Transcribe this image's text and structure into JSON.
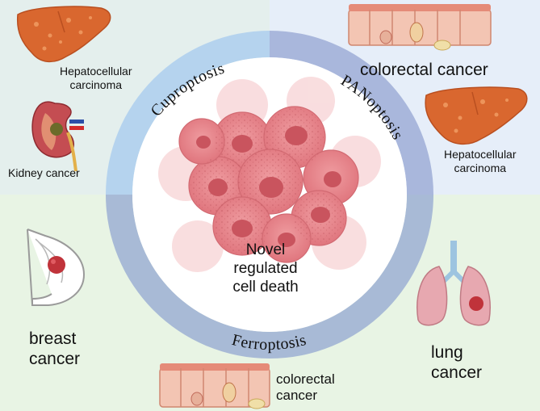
{
  "ring_labels": {
    "top_left": "Cuproptosis",
    "top_right": "PANoptosis",
    "bottom": "Ferroptosis"
  },
  "center": {
    "line1": "Novel",
    "line2": "regulated",
    "line3": "cell death"
  },
  "cancers": {
    "hcc_top_left": {
      "line1": "Hepatocellular",
      "line2": "carcinoma"
    },
    "kidney": "Kidney cancer",
    "colorectal_top": "colorectal cancer",
    "hcc_right": {
      "line1": "Hepatocellular",
      "line2": "carcinoma"
    },
    "breast": {
      "line1": "breast",
      "line2": "cancer"
    },
    "lung": {
      "line1": "lung",
      "line2": "cancer"
    },
    "colorectal_bottom": {
      "line1": "colorectal",
      "line2": "cancer"
    }
  },
  "colors": {
    "quad_top_left": "#e4efed",
    "quad_top_right": "#e6eef9",
    "quad_bottom": "#e8f4e4",
    "ring_top_left": "#b5d3ee",
    "ring_top_right": "#a9b7dc",
    "ring_bottom": "#a8bad6",
    "cell_fill": "#e7868c",
    "cell_nucleus": "#c9545e"
  },
  "icons": [
    "liver-icon",
    "kidney-icon",
    "colon-icon",
    "breast-icon",
    "lungs-icon",
    "cancer-cell-cluster-icon"
  ]
}
